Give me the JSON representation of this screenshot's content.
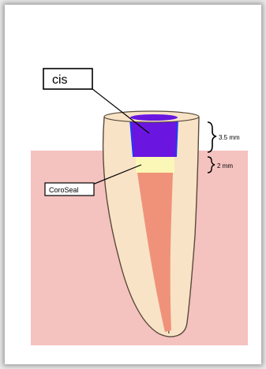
{
  "labels": {
    "cis": "cis",
    "coroseal": "CoroSeal",
    "dim_top": "3.5 mm",
    "dim_bottom": "2 mm"
  },
  "colors": {
    "gum": "#f4c2bf",
    "tooth": "#f8e3c7",
    "tooth_outline": "#5a4a3a",
    "canal": "#f0927a",
    "cis_fill": "#6a16e0",
    "coroseal_fill": "#fbf7b6"
  }
}
